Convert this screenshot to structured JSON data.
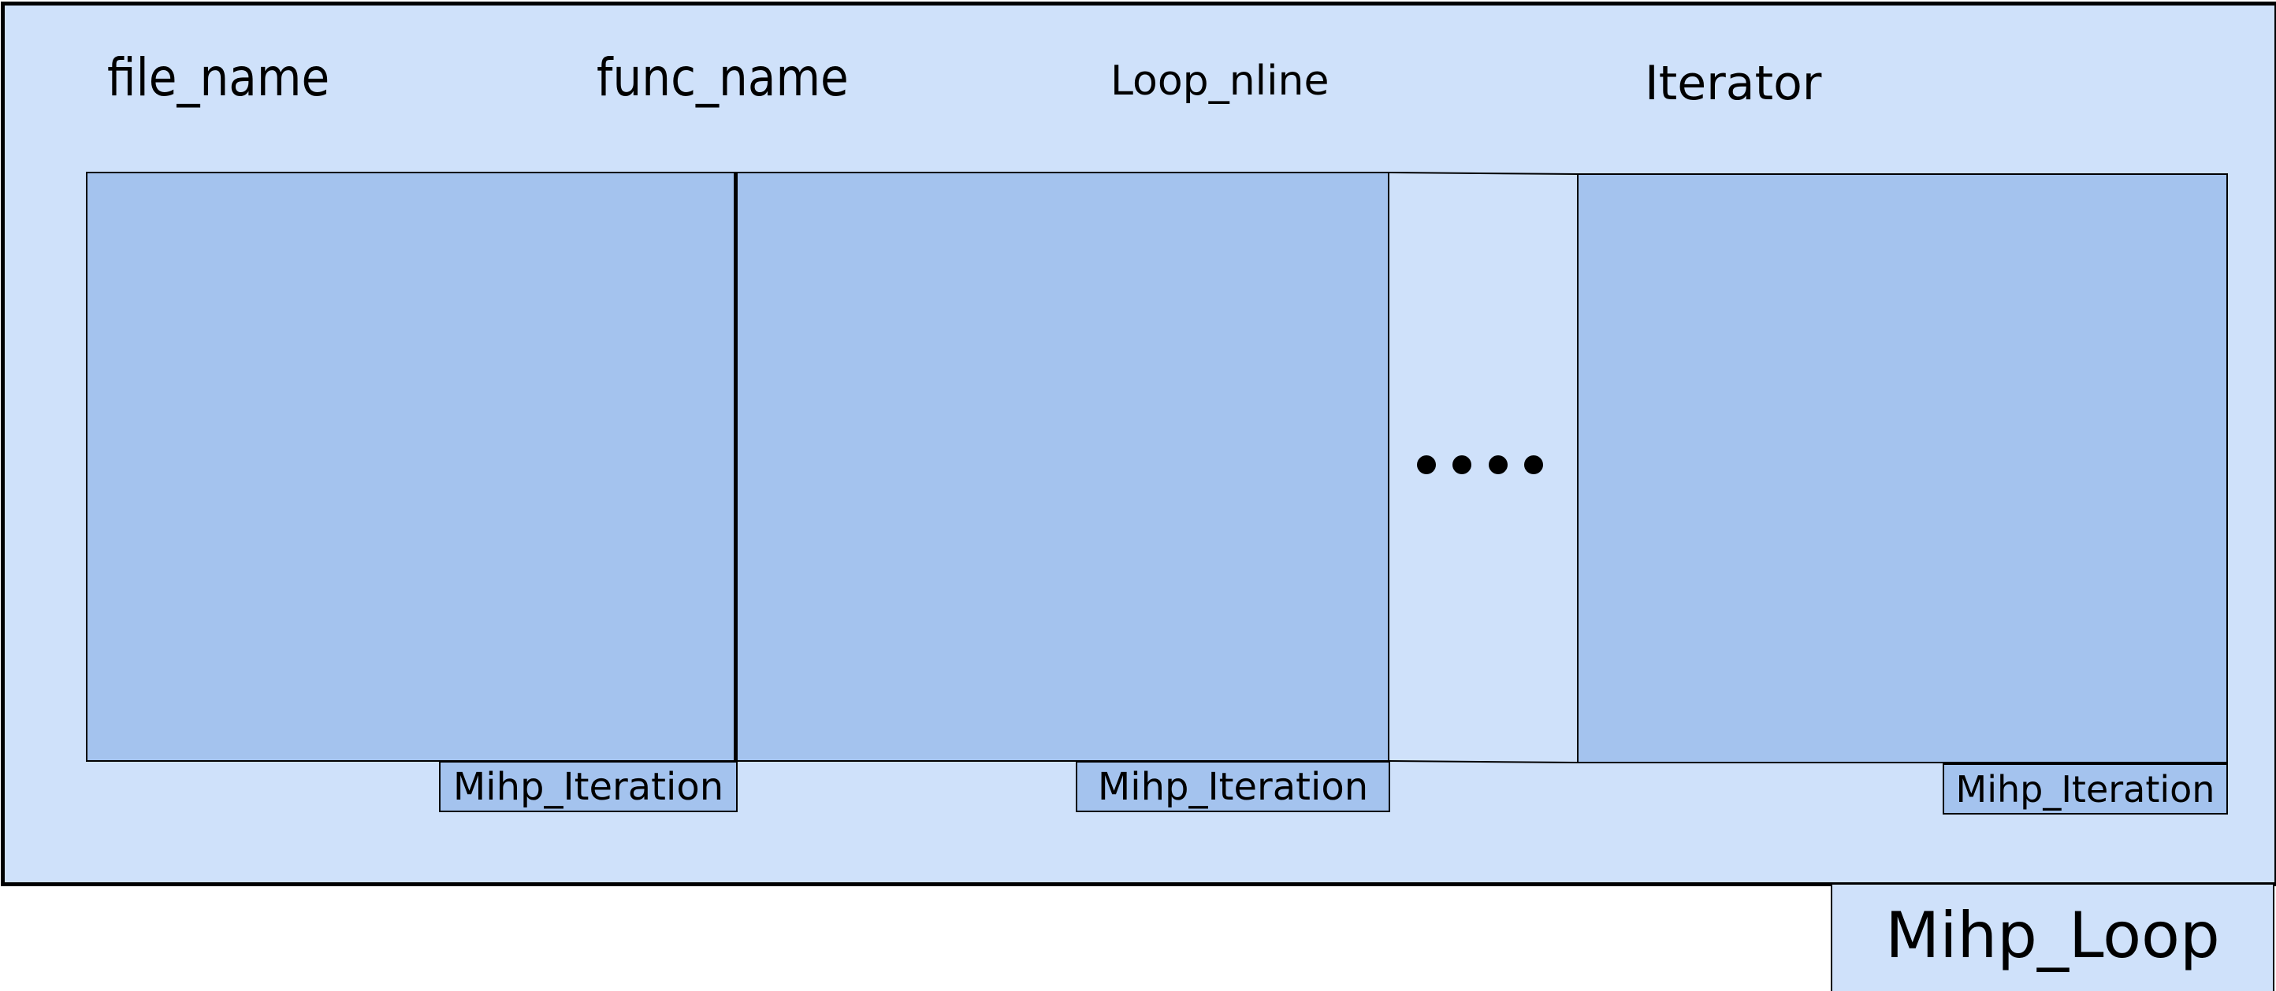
{
  "diagram": {
    "fields": {
      "file_name": "file_name",
      "func_name": "func_name",
      "loop_nline": "Loop_nline",
      "iterator": "Iterator"
    },
    "iterations": [
      {
        "tag": "Mihp_Iteration"
      },
      {
        "tag": "Mihp_Iteration"
      },
      {
        "tag": "Mihp_Iteration"
      }
    ],
    "ellipsis": "....",
    "container_tag": "Mihp_Loop",
    "colors": {
      "container_fill": "#cfe1fa",
      "iteration_fill": "#a4c3ee",
      "stroke": "#000000"
    }
  }
}
